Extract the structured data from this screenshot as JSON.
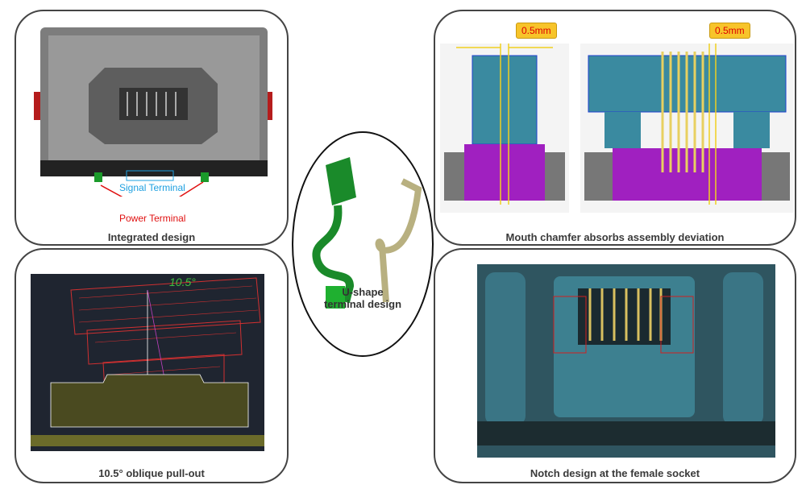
{
  "panels": {
    "integrated": {
      "caption": "Integrated design",
      "signal_label": "Signal Terminal",
      "power_label": "Power Terminal"
    },
    "chamfer": {
      "caption": "Mouth chamfer absorbs assembly deviation",
      "dimension_left": "0.5mm",
      "dimension_right": "0.5mm"
    },
    "pullout": {
      "caption": "10.5° oblique pull-out",
      "angle_label": "10.5°"
    },
    "notch": {
      "caption": "Notch design at the female socket"
    },
    "ushape": {
      "caption_line1": "U-shape",
      "caption_line2": "terminal design"
    }
  },
  "colors": {
    "signal": "#1ea0e0",
    "power": "#e01010",
    "terminal_green": "#1a9a2a",
    "housing_teal": "#3a8aa0",
    "insulator_purple": "#a020c0",
    "badge": "#f7c42a"
  }
}
